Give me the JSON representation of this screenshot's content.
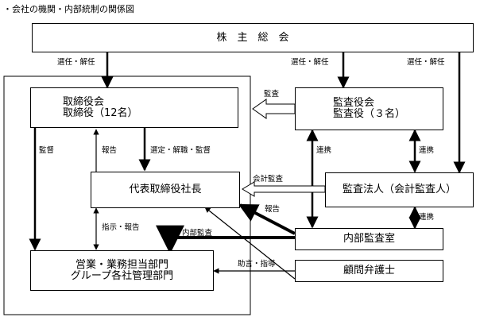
{
  "title": "・会社の機関・内部統制の関係図",
  "boxes": {
    "shareholders": "株　主　総　会",
    "board": "取締役会\n取締役（12名）",
    "president": "代表取締役社長",
    "operations": "営業・業務担当部門\nグループ各社管理部門",
    "auditors": "監査役会\n監査役（３名）",
    "audit_firm": "監査法人（会計監査人）",
    "internal_audit": "内部監査室",
    "legal_advisor": "顧問弁護士"
  },
  "labels": {
    "elect_board": "選任・解任",
    "elect_auditors": "選任・解任",
    "elect_audit_firm": "選任・解任",
    "audit": "監査",
    "supervise": "監督",
    "report_to_board": "報告",
    "appoint_dismiss_supervise": "選定・解職・監督",
    "coop_auditors_internal": "連携",
    "coop_auditors_firm": "連携",
    "accounting_audit": "会計監査",
    "report_internal": "報告",
    "instruct_report": "指示・報告",
    "internal_audit_arrow": "内部監査",
    "coop_firm_internal": "連携",
    "advice_guidance": "助言・指導"
  }
}
